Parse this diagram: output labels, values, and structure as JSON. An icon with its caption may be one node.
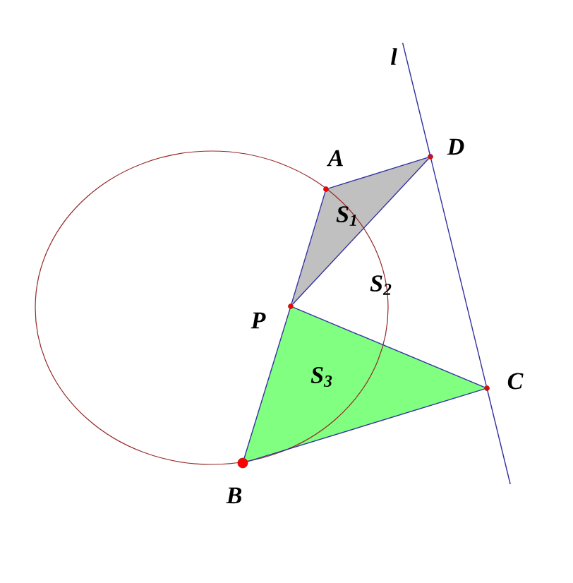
{
  "diagram": {
    "nodes": [
      {
        "text": [
          "A"
        ]
      },
      {
        "text": [
          "D"
        ]
      },
      {
        "text": [
          "P"
        ]
      },
      {
        "text": [
          "C"
        ]
      },
      {
        "text": [
          "B"
        ]
      }
    ],
    "edges": [
      {
        "from": 0,
        "to": 1,
        "arrow": "none"
      },
      {
        "from": 0,
        "to": 2,
        "arrow": "none"
      },
      {
        "from": 2,
        "to": 1,
        "arrow": "none"
      },
      {
        "from": 2,
        "to": 4,
        "arrow": "none"
      },
      {
        "from": 2,
        "to": 3,
        "arrow": "none"
      },
      {
        "from": 4,
        "to": 3,
        "arrow": "none"
      },
      {
        "from": 1,
        "to": 3,
        "arrow": "none",
        "label": "l"
      }
    ],
    "labels": [
      "S$_{1}$",
      "S$_{2}$",
      "S$_{3}$"
    ]
  }
}
